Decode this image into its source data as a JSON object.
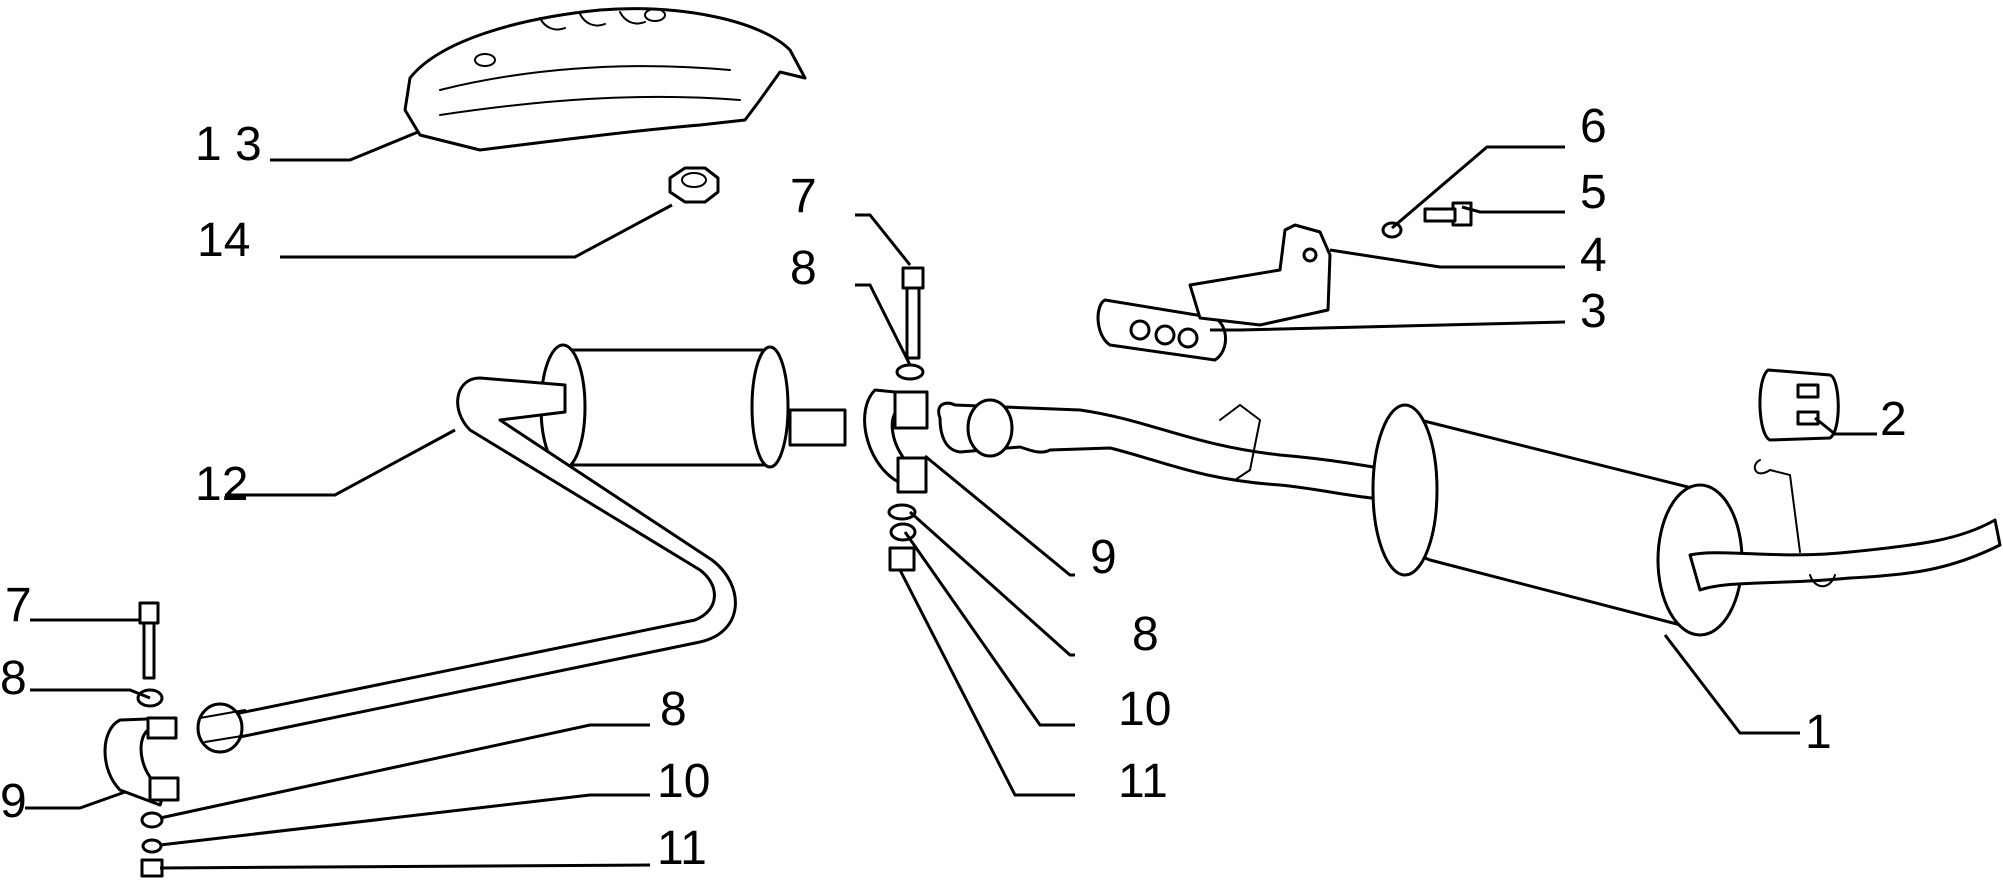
{
  "callouts": [
    {
      "id": "c1",
      "text": "1"
    },
    {
      "id": "c2",
      "text": "2"
    },
    {
      "id": "c3",
      "text": "3"
    },
    {
      "id": "c4",
      "text": "4"
    },
    {
      "id": "c5",
      "text": "5"
    },
    {
      "id": "c6",
      "text": "6"
    },
    {
      "id": "c7a",
      "text": "7"
    },
    {
      "id": "c8a",
      "text": "8"
    },
    {
      "id": "c9a",
      "text": "9"
    },
    {
      "id": "c8b",
      "text": "8"
    },
    {
      "id": "c10a",
      "text": "10"
    },
    {
      "id": "c11a",
      "text": "11"
    },
    {
      "id": "c12",
      "text": "12"
    },
    {
      "id": "c13",
      "text": "1 3"
    },
    {
      "id": "c14",
      "text": "14"
    },
    {
      "id": "c7b",
      "text": "7"
    },
    {
      "id": "c8c",
      "text": "8"
    },
    {
      "id": "c9b",
      "text": "9"
    },
    {
      "id": "c8d",
      "text": "8"
    },
    {
      "id": "c10b",
      "text": "10"
    },
    {
      "id": "c11b",
      "text": "11"
    }
  ]
}
